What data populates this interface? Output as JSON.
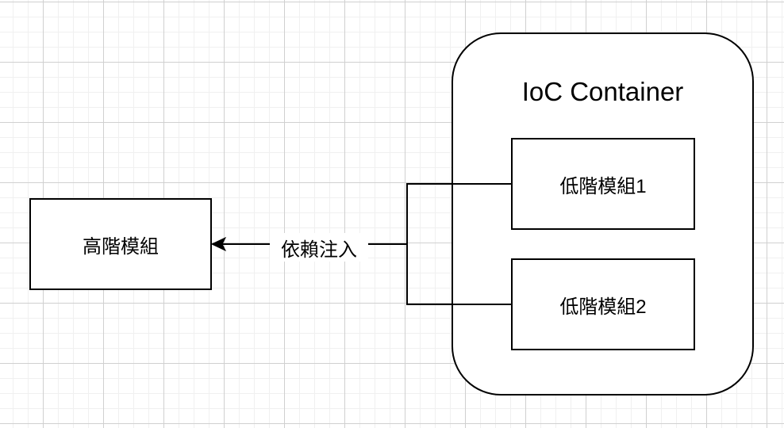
{
  "diagram": {
    "high_module": {
      "label": "高階模組"
    },
    "container": {
      "title": "IoC Container",
      "modules": [
        {
          "label": "低階模組1"
        },
        {
          "label": "低階模組2"
        }
      ]
    },
    "edge": {
      "label": "依賴注入",
      "from": [
        "低階模組1",
        "低階模組2"
      ],
      "to": "高階模組",
      "arrow": "filled-arrowhead"
    },
    "colors": {
      "stroke": "#000000",
      "grid_major": "#d0d0d0",
      "grid_minor": "#f0f0f0",
      "fill": "#ffffff"
    }
  }
}
